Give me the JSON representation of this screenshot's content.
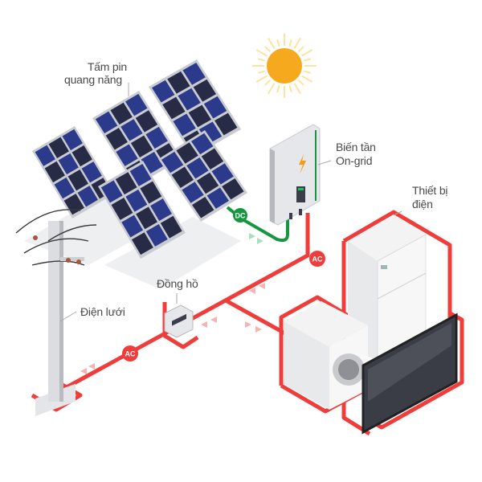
{
  "labels": {
    "panels": [
      "Tấm pin",
      "quang năng"
    ],
    "inverter": [
      "Biến tần",
      "On-grid"
    ],
    "appliances": [
      "Thiết bị",
      "điện"
    ],
    "meter": "Đồng hồ",
    "grid": "Điện lưới"
  },
  "badges": {
    "dc": "DC",
    "ac_inverter": "AC",
    "ac_grid": "AC"
  },
  "colors": {
    "ac_line": "#ee3d3a",
    "dc_line": "#16963f",
    "sun": "#f6a91c",
    "panel_cell": "#2b3a8a",
    "panel_dark": "#272b45"
  }
}
